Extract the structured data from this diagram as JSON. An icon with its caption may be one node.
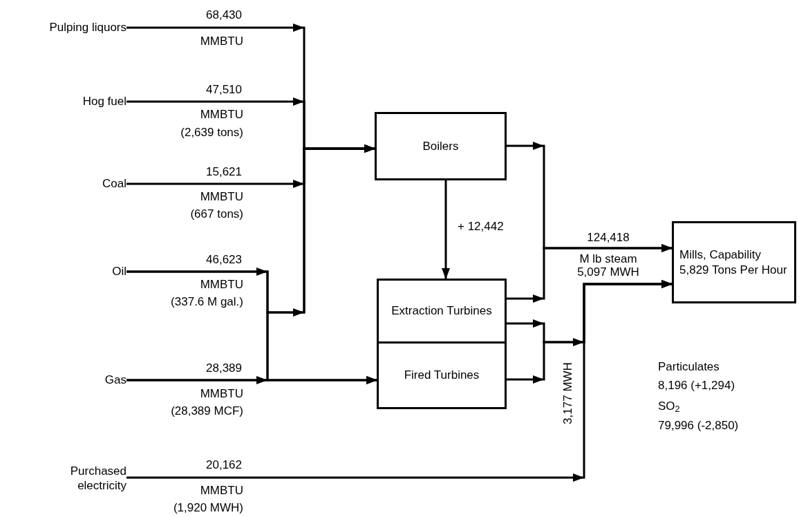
{
  "diagram": {
    "nodes": [
      {
        "text": [
          "Pulping liquors"
        ]
      },
      {
        "text": [
          "Hog fuel"
        ]
      },
      {
        "text": [
          "Coal"
        ]
      },
      {
        "text": [
          "Oil"
        ]
      },
      {
        "text": [
          "Gas"
        ]
      },
      {
        "text": [
          "Purchased electricity"
        ]
      },
      {
        "text": [
          "Boilers"
        ]
      },
      {
        "text": [
          "Extraction Turbines"
        ]
      },
      {
        "text": [
          "Fired Turbines"
        ]
      },
      {
        "text": [
          "Mills, Capability 5,829 Tons Per Hour"
        ]
      }
    ],
    "edges": [
      {
        "from": 0,
        "to": 6,
        "arrow": "to",
        "label": "68,430"
      },
      {
        "from": 1,
        "to": 6,
        "arrow": "to",
        "label": "47,510"
      },
      {
        "from": 2,
        "to": 6,
        "arrow": "to",
        "label": "15,621"
      },
      {
        "from": 3,
        "to": 6,
        "arrow": "to",
        "label": "46,623"
      },
      {
        "from": 3,
        "to": 8,
        "arrow": "to"
      },
      {
        "from": 4,
        "to": 6,
        "arrow": "to",
        "label": "28,389"
      },
      {
        "from": 4,
        "to": 8,
        "arrow": "to"
      },
      {
        "from": 6,
        "to": 7,
        "arrow": "to",
        "label": "+ 12,442"
      },
      {
        "from": 6,
        "to": 9,
        "arrow": "to",
        "label": "124,418"
      },
      {
        "from": 7,
        "to": 9,
        "arrow": "to"
      },
      {
        "from": 7,
        "to": 9,
        "arrow": "to"
      },
      {
        "from": 8,
        "to": 9,
        "arrow": "to"
      },
      {
        "from": 5,
        "to": 9,
        "arrow": "to",
        "label": "20,162"
      }
    ],
    "labels": [
      "MMBTU",
      "MMBTU",
      "(2,639 tons)",
      "MMBTU",
      "(667 tons)",
      "MMBTU",
      "(337.6 M gal.)",
      "M lb steam",
      "5,097 MWH",
      "MMBTU",
      "(28,389 MCF)",
      "3,177 MWH",
      "Particulates",
      "8,196 (+1,294)",
      "SO$_{2}$",
      "79,996 (-2,850)",
      "MMBTU",
      "(1,920 MWH)"
    ]
  }
}
